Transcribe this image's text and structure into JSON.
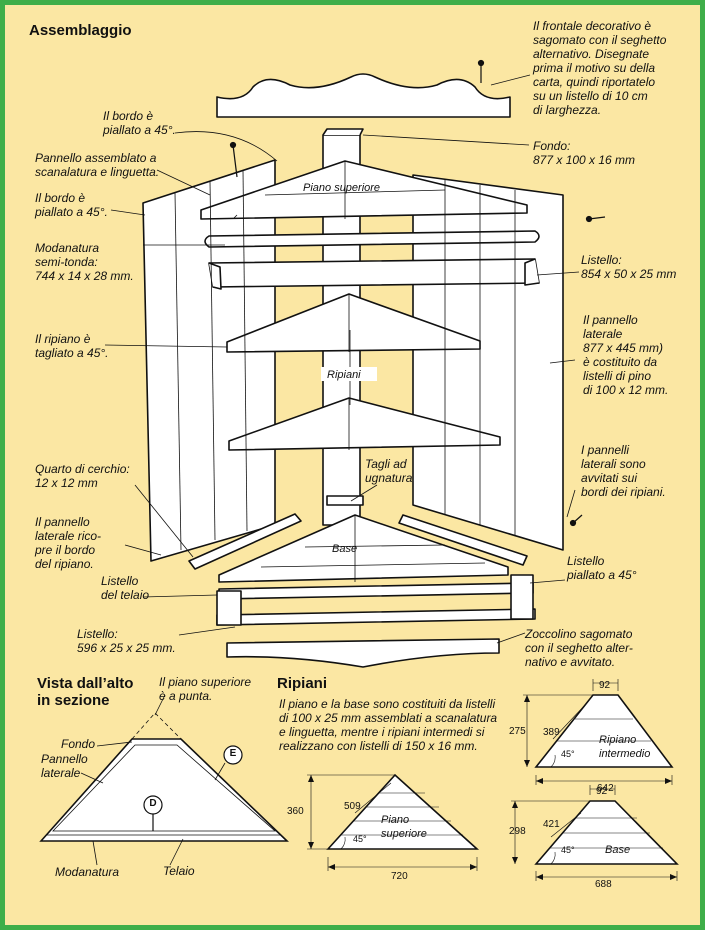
{
  "colors": {
    "background": "#fbe7a3",
    "border": "#3fae49",
    "wood": "#ffffff",
    "line": "#111111"
  },
  "headings": {
    "assembly": "Assemblaggio",
    "top_view": "Vista dall’alto\nin sezione",
    "shelves": "Ripiani"
  },
  "labels": {
    "frontale": "Il frontale decorativo è\nsagomato con il seghetto\nalternativo. Disegnate\nprima il motivo su della\ncarta, quindi riportatelo\nsu un listello di 10 cm\ndi larghezza.",
    "bordo1": "Il bordo è\npiallato a 45°.",
    "fondo": "Fondo:\n877 x 100 x 16 mm",
    "pannello_assemblato": "Pannello assemblato a\nscanalatura e linguetta.",
    "bordo2": "Il bordo è\npiallato a 45°.",
    "piano_superiore": "Piano superiore",
    "modanatura": "Modanatura\nsemi-tonda:\n744 x 14 x 28 mm.",
    "listello_854": "Listello:\n854 x 50 x 25 mm",
    "ripiano_tagliato": "Il ripiano è\ntagliato a 45°.",
    "pannello_laterale": "Il pannello\nlaterale\n877 x 445 mm)\nè costituito da\nlistelli di pino\ndi 100 x 12 mm.",
    "ripiani": "Ripiani",
    "pannelli_avvitati": "I pannelli\nlaterali sono\navvitati sui\nbordi dei ripiani.",
    "quarto_cerchio": "Quarto di cerchio:\n12 x 12 mm",
    "tagli": "Tagli ad\nugnatura",
    "pannello_ricopre": "Il pannello\nlaterale rico-\npre il bordo\ndel ripiano.",
    "base": "Base",
    "listello_piallato": "Listello\npiallato a 45°",
    "listello_telaio": "Listello\ndel telaio",
    "listello_596": "Listello:\n596 x 25 x 25 mm.",
    "zoccolino": "Zoccolino sagomato\ncon il seghetto alter-\nnativo e avvitato."
  },
  "top_view": {
    "piano_punta": "Il piano superiore\nè a punta.",
    "fondo": "Fondo",
    "pannello_laterale": "Pannello\nlaterale",
    "modanatura": "Modanatura",
    "telaio": "Telaio",
    "marker_d": "D",
    "marker_e": "E"
  },
  "shelves_text": "Il piano e la base sono costituiti da listelli\ndi 100 x 25 mm assemblati a scanalatura\ne linguetta, mentre i ripiani intermedi si\nrealizzano con  listelli di 150 x 16 mm.",
  "shelf_diagrams": {
    "piano_superiore": {
      "name": "Piano\nsuperiore",
      "height": "360",
      "side": "509",
      "angle": "45°",
      "width": "720"
    },
    "ripiano_intermedio": {
      "name": "Ripiano\nintermedio",
      "top": "92",
      "height": "275",
      "side": "389",
      "angle": "45°",
      "width": "642"
    },
    "base": {
      "name": "Base",
      "top": "92",
      "height": "298",
      "side": "421",
      "angle": "45°",
      "width": "688"
    }
  }
}
